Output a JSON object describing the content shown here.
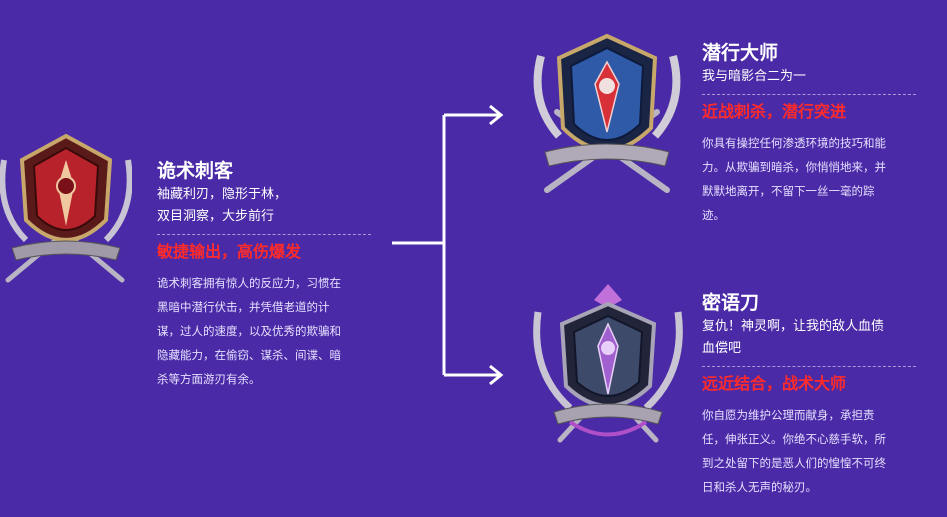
{
  "base_class": {
    "title": "诡术刺客",
    "motto_lines": [
      "袖藏利刃，隐形于林，",
      "双目洞察，大步前行"
    ],
    "tag": "敏捷输出，高伤爆发",
    "desc_lines": [
      "诡术刺客拥有惊人的反应力，习惯在",
      "黑暗中潜行伏击，并凭借老道的计",
      "谋，过人的速度，以及优秀的欺骗和",
      "隐藏能力，在偷窃、谋杀、间谍、暗",
      "杀等方面游刃有余。"
    ],
    "emblem_icon": "red-crest-emblem-icon"
  },
  "advanced_classes": [
    {
      "title": "潜行大师",
      "motto_lines": [
        "我与暗影合二为一"
      ],
      "tag": "近战刺杀，潜行突进",
      "desc_lines": [
        "你具有操控任何渗透环境的技巧和能",
        "力。从欺骗到暗杀，你悄悄地来，并",
        "默默地离开，不留下一丝一毫的踪",
        "迹。"
      ],
      "emblem_icon": "blue-crest-emblem-icon"
    },
    {
      "title": "密语刀",
      "motto_lines": [
        "复仇！神灵啊，让我的敌人血债",
        "血偿吧"
      ],
      "tag": "远近结合，战术大师",
      "desc_lines": [
        "你自愿为维护公理而献身，承担责",
        "任，伸张正义。你绝不心慈手软，所",
        "到之处留下的是恶人们的惶惶不可终",
        "日和杀人无声的秘刃。"
      ],
      "emblem_icon": "purple-crest-emblem-icon"
    }
  ],
  "colors": {
    "background": "#4a2aa6",
    "tag_red": "#ff2b2b",
    "text_white": "#ffffff",
    "connector": "#ffffff"
  }
}
